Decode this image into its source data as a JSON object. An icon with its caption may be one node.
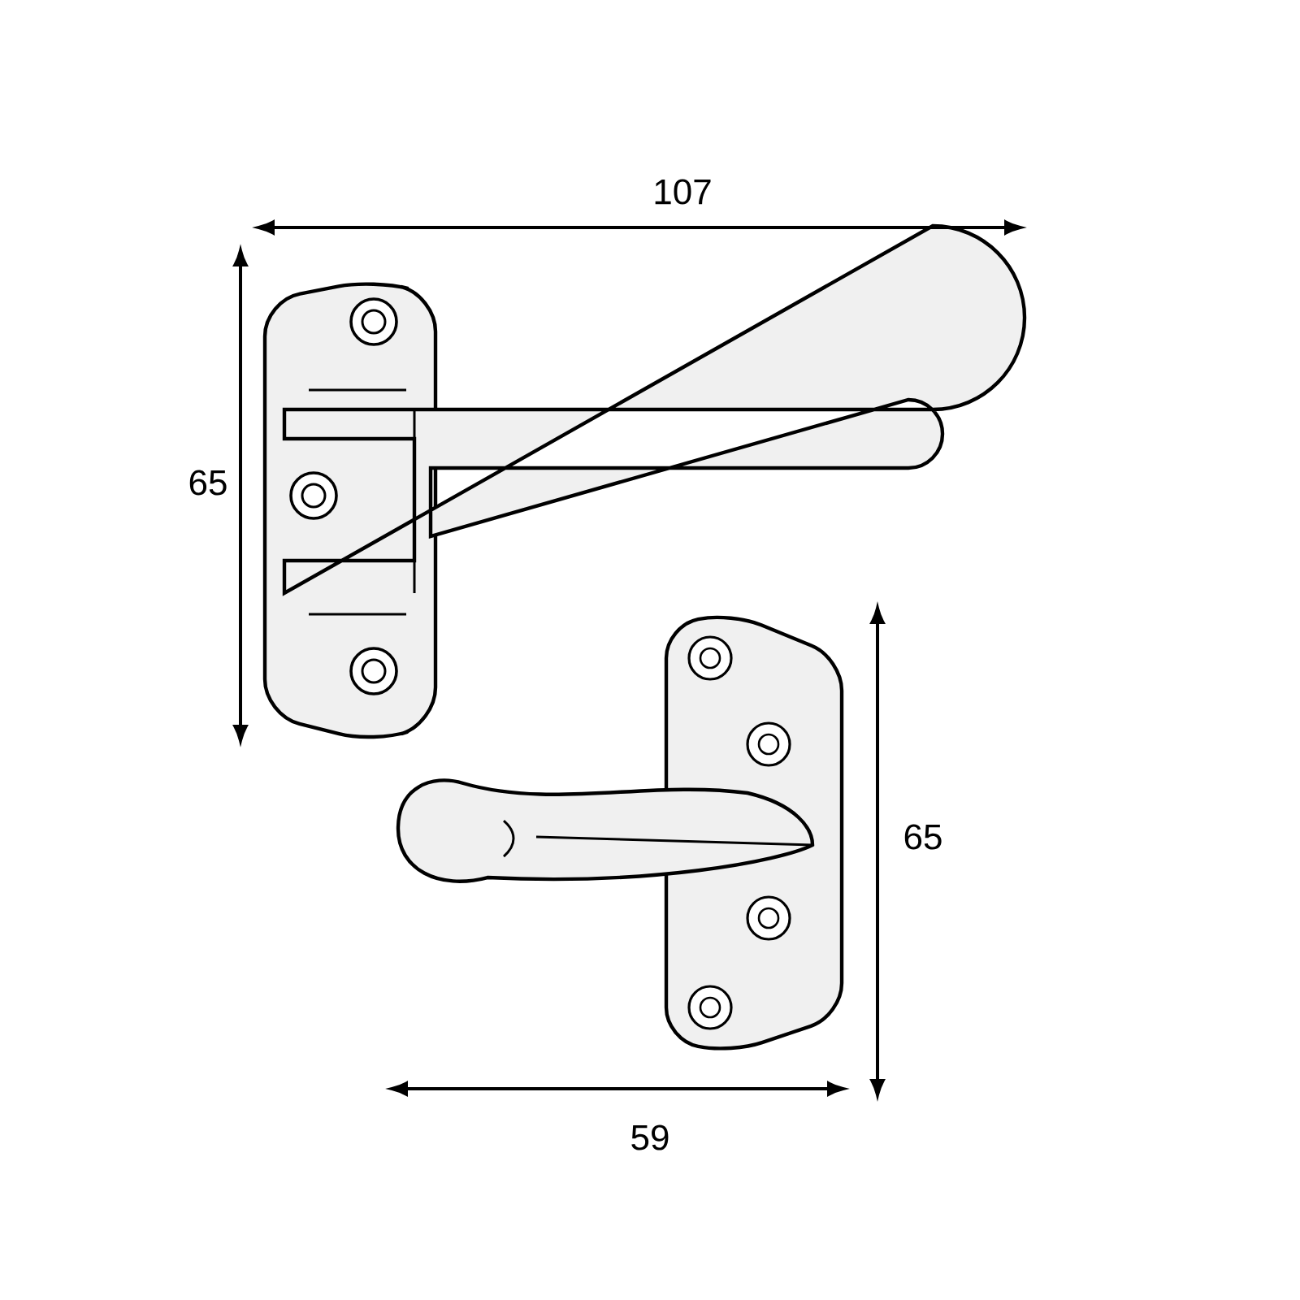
{
  "diagram": {
    "labels": [
      "107",
      "65",
      "65",
      "59"
    ]
  }
}
